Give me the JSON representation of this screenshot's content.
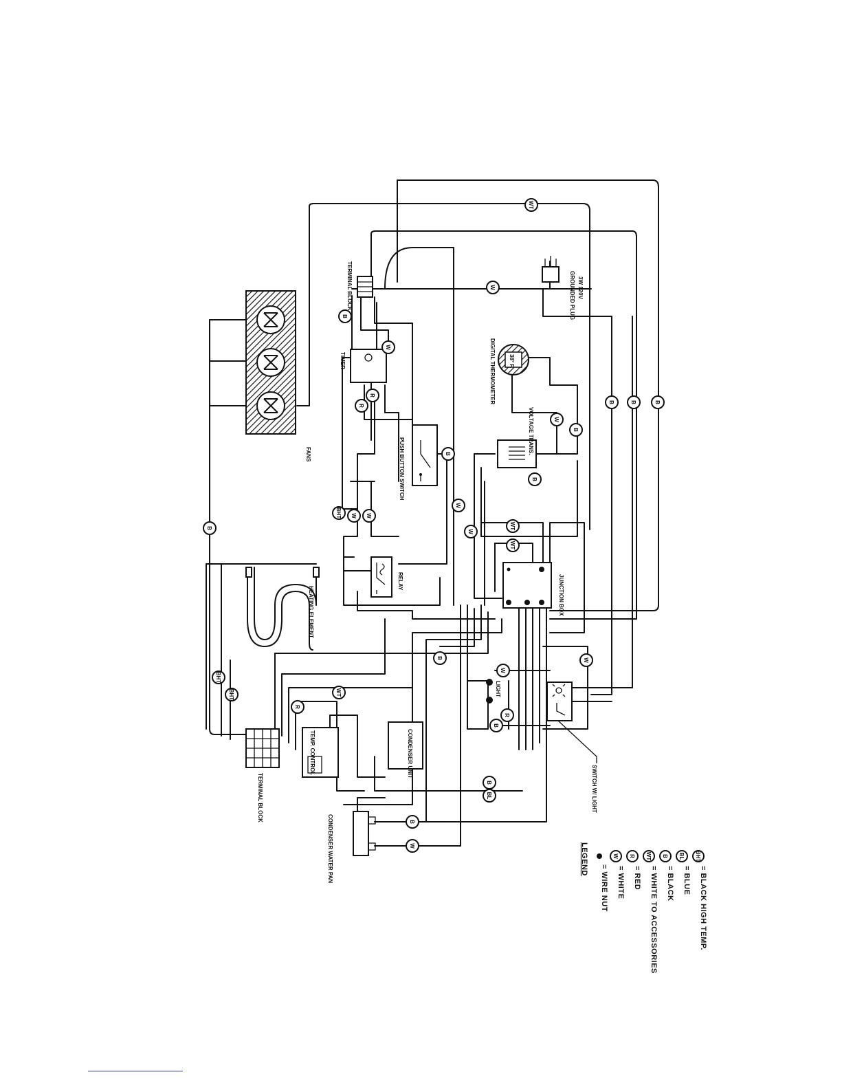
{
  "components": {
    "fans": "FANS",
    "terminal_block_top": "TERMINAL BLOCK",
    "timer": "TIMER",
    "digital_thermometer": "DIGITAL THERMOMETER",
    "thermometer_reading": "38° F.",
    "grounded_plug": "GROUNDED PLUG",
    "plug_rating": "3W 120V",
    "push_button_switch": "PUSH BUTTON SWITCH",
    "voltage_trans": "VOLTAGE TRANS.",
    "heating_element": "HEATING ELEMENT",
    "relay": "RELAY",
    "junction_box": "JUNCTION BOX",
    "terminal_block_bottom": "TERMINAL BLOCK",
    "temp_control": "TEMP. CONTROL",
    "condenser_unit": "CONDENSER UNIT",
    "light": "LIGHT",
    "condenser_water_pan": "CONDENSER WATER PAN",
    "switch_w_light": "SWITCH W/ LIGHT"
  },
  "wire_tags": {
    "w": "W",
    "b": "B",
    "r": "R",
    "wt": "WT",
    "bl": "BL",
    "bht": "BHT"
  },
  "legend": {
    "title": "LEGEND",
    "items": [
      {
        "symbol": "●",
        "text": "= WIRE NUT"
      },
      {
        "symbol": "W",
        "text": "= WHITE"
      },
      {
        "symbol": "R",
        "text": "= RED"
      },
      {
        "symbol": "WT",
        "text": "= WHITE TO ACCESSORIES"
      },
      {
        "symbol": "B",
        "text": "= BLACK"
      },
      {
        "symbol": "BL",
        "text": "= BLUE"
      },
      {
        "symbol": "BHT",
        "text": "= BLACK HIGH TEMP."
      }
    ]
  }
}
